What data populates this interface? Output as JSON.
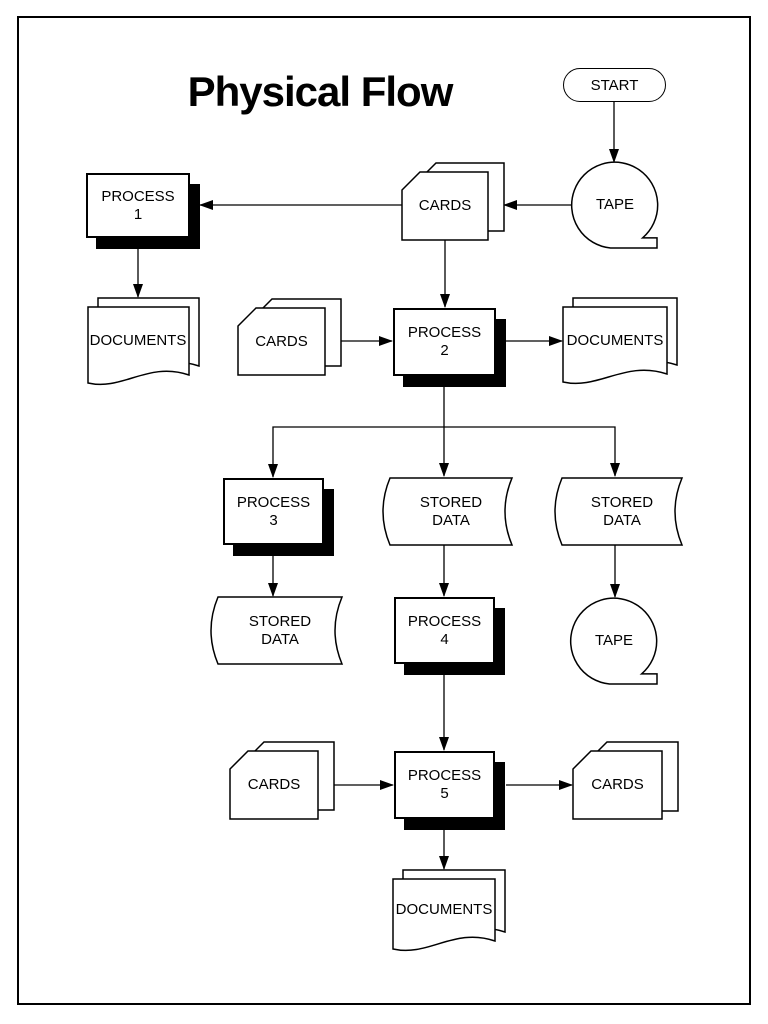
{
  "title": "Physical Flow",
  "colors": {
    "stroke": "#000000",
    "fill": "#ffffff",
    "shadow": "#000000",
    "text": "#000000"
  },
  "nodes": {
    "start": {
      "label": "START"
    },
    "tape_top": {
      "label": "TAPE"
    },
    "cards_top": {
      "label": "CARDS"
    },
    "process1": {
      "line1": "PROCESS",
      "line2": "1"
    },
    "documents_left": {
      "label": "DOCUMENTS"
    },
    "cards_mid": {
      "label": "CARDS"
    },
    "process2": {
      "line1": "PROCESS",
      "line2": "2"
    },
    "documents_right": {
      "label": "DOCUMENTS"
    },
    "process3": {
      "line1": "PROCESS",
      "line2": "3"
    },
    "stored_data_mid": {
      "line1": "STORED",
      "line2": "DATA"
    },
    "stored_data_right": {
      "line1": "STORED",
      "line2": "DATA"
    },
    "stored_data_bottom": {
      "line1": "STORED",
      "line2": "DATA"
    },
    "process4": {
      "line1": "PROCESS",
      "line2": "4"
    },
    "tape_bottom": {
      "label": "TAPE"
    },
    "cards_bottom_left": {
      "label": "CARDS"
    },
    "process5": {
      "line1": "PROCESS",
      "line2": "5"
    },
    "cards_bottom_right": {
      "label": "CARDS"
    },
    "documents_bottom": {
      "label": "DOCUMENTS"
    }
  }
}
